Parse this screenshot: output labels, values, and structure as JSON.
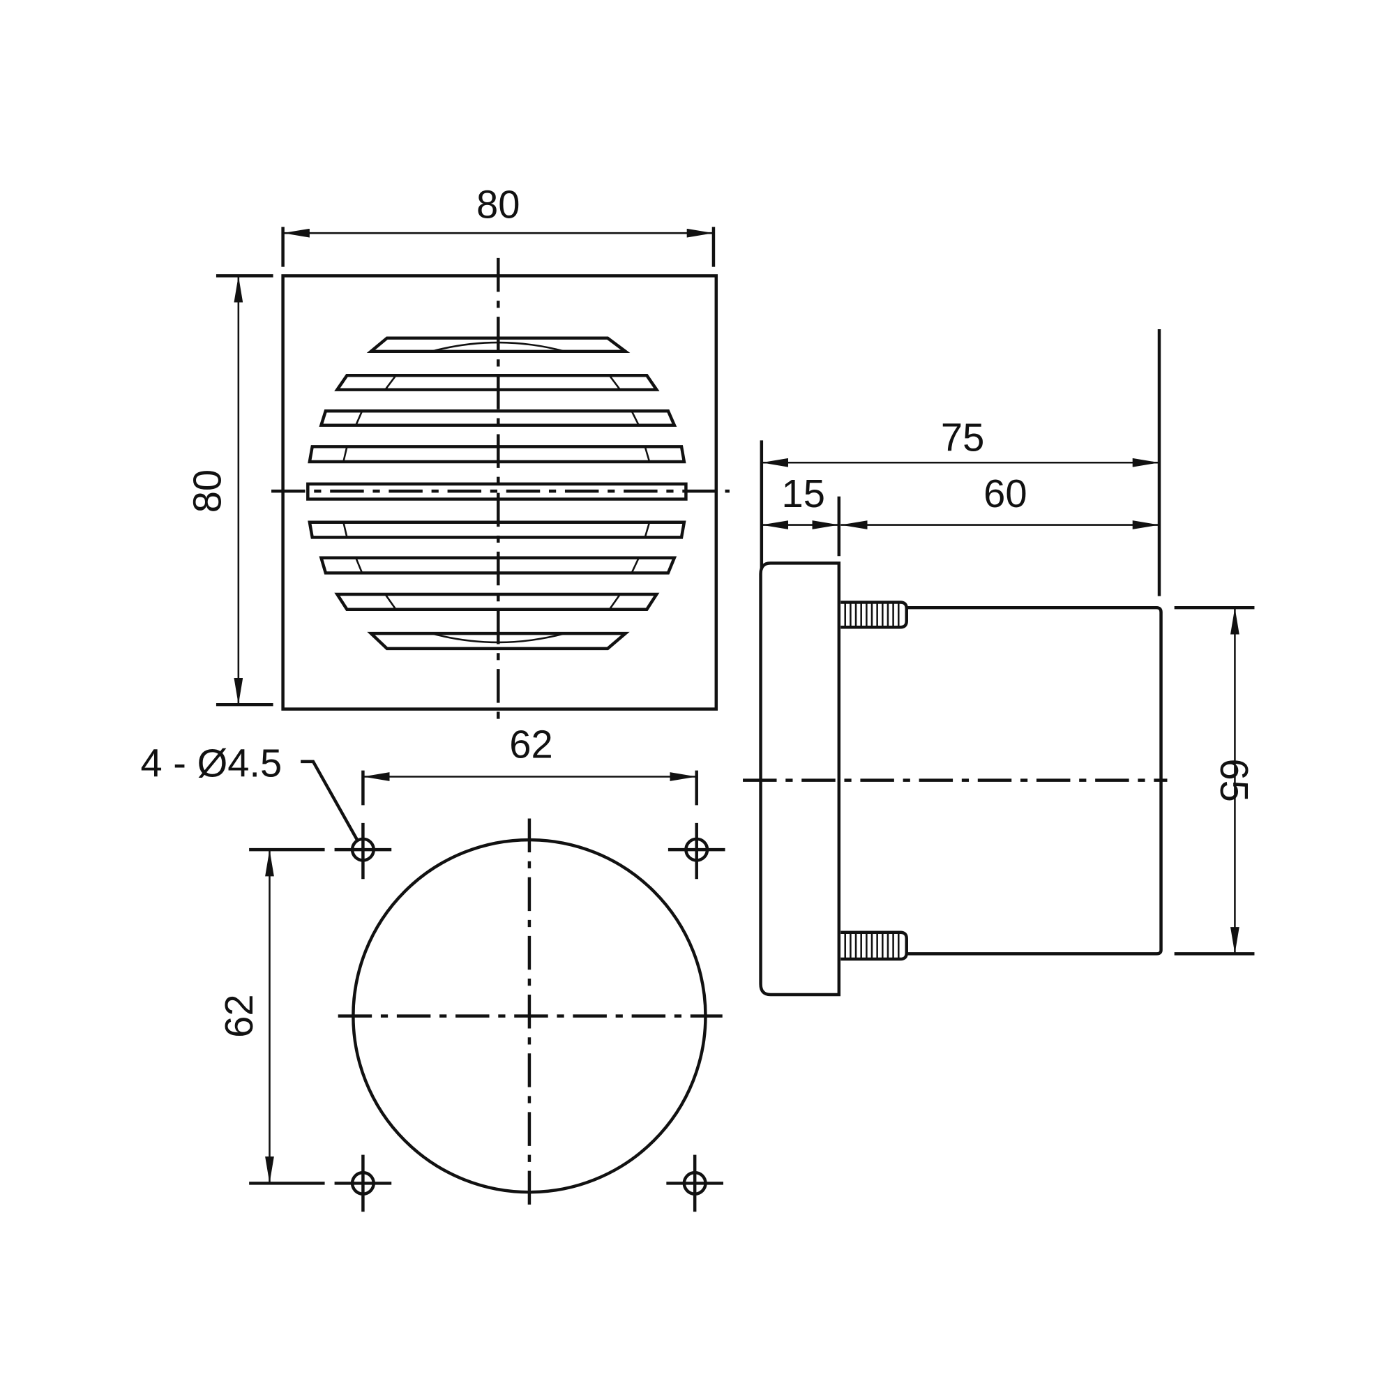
{
  "dimensions": {
    "front_width": "80",
    "front_height": "80",
    "hole_spacing_horizontal": "62",
    "hole_spacing_vertical": "62",
    "hole_callout": "4 - Ø4.5",
    "overall_depth": "75",
    "flange_thickness": "15",
    "body_depth": "60",
    "body_diameter": "65"
  },
  "colors": {
    "line": "#111111",
    "background": "#ffffff"
  }
}
